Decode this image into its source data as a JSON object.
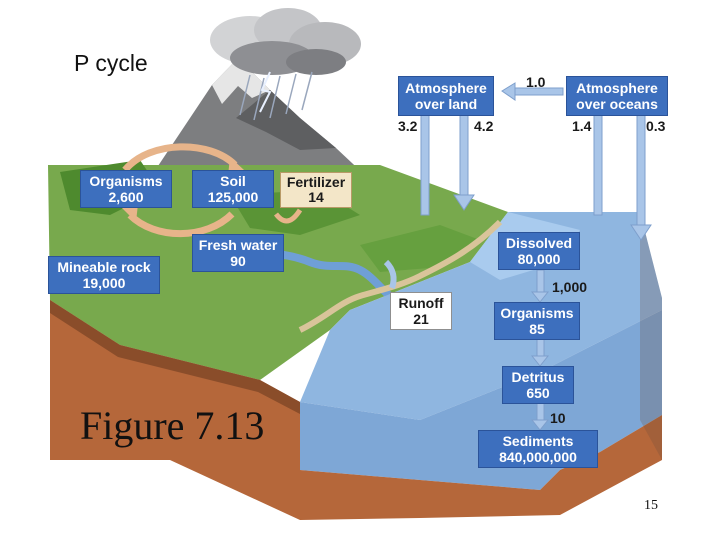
{
  "title": "P cycle",
  "caption": "Figure 7.13",
  "page_number": "15",
  "colors": {
    "pool_box": "#3d6fbe",
    "land_pool_box": "#f3e6c8",
    "arrow": "#a9c5e8",
    "ocean": "#8fb6e0",
    "soil": "#b5673a"
  },
  "pools": {
    "atm_land": {
      "name": "Atmosphere over land"
    },
    "atm_ocean": {
      "name": "Atmosphere over oceans"
    },
    "organisms_land": {
      "name": "Organisms",
      "value": "2,600"
    },
    "soil": {
      "name": "Soil",
      "value": "125,000"
    },
    "fertilizer": {
      "name": "Fertilizer",
      "value": "14"
    },
    "fresh_water": {
      "name": "Fresh water",
      "value": "90"
    },
    "mineable_rock": {
      "name": "Mineable rock",
      "value": "19,000"
    },
    "dissolved": {
      "name": "Dissolved",
      "value": "80,000"
    },
    "runoff": {
      "name": "Runoff",
      "value": "21"
    },
    "organisms_ocean": {
      "name": "Organisms",
      "value": "85"
    },
    "detritus": {
      "name": "Detritus",
      "value": "650"
    },
    "sediments": {
      "name": "Sediments",
      "value": "840,000,000"
    }
  },
  "fluxes": {
    "land_to_ocean_atm": "1.0",
    "land_atm_up": "3.2",
    "land_atm_down": "4.2",
    "ocean_atm_up": "1.4",
    "ocean_atm_down": "0.3",
    "dissolved_organisms": "1,000",
    "detritus_sediments": "10"
  }
}
